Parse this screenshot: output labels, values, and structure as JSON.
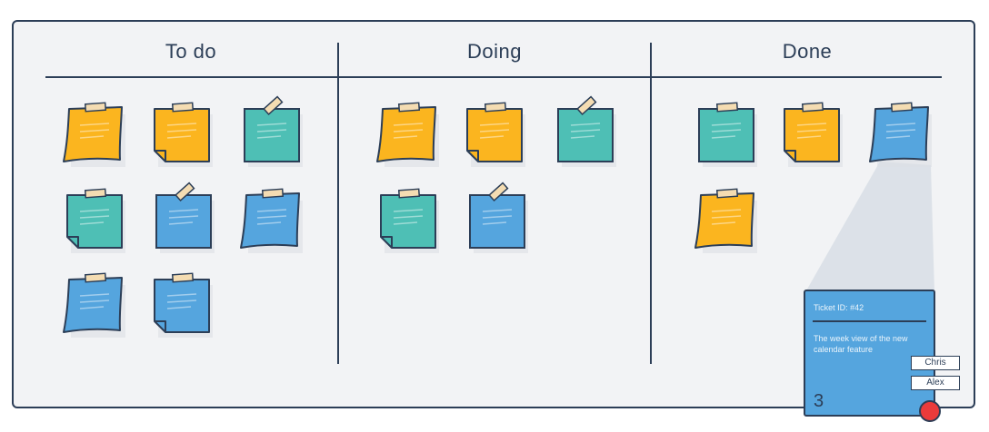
{
  "board": {
    "columns": [
      {
        "title": "To do",
        "notes": [
          {
            "color": "yellow",
            "style": "curled",
            "tape": "flat"
          },
          {
            "color": "yellow",
            "style": "folded",
            "tape": "flat"
          },
          {
            "color": "teal",
            "style": "flat",
            "tape": "angled"
          },
          {
            "color": "teal",
            "style": "folded",
            "tape": "flat"
          },
          {
            "color": "blue",
            "style": "flat",
            "tape": "angled"
          },
          {
            "color": "blue",
            "style": "curled",
            "tape": "flat"
          },
          {
            "color": "blue",
            "style": "curled",
            "tape": "flat"
          },
          {
            "color": "blue",
            "style": "folded",
            "tape": "flat"
          }
        ]
      },
      {
        "title": "Doing",
        "notes": [
          {
            "color": "yellow",
            "style": "curled",
            "tape": "flat"
          },
          {
            "color": "yellow",
            "style": "folded",
            "tape": "flat"
          },
          {
            "color": "teal",
            "style": "flat",
            "tape": "angled"
          },
          {
            "color": "teal",
            "style": "folded",
            "tape": "flat"
          },
          {
            "color": "blue",
            "style": "flat",
            "tape": "angled"
          }
        ]
      },
      {
        "title": "Done",
        "notes": [
          {
            "color": "teal",
            "style": "flat",
            "tape": "flat"
          },
          {
            "color": "yellow",
            "style": "folded",
            "tape": "flat"
          },
          {
            "color": "blue",
            "style": "curled",
            "tape": "flat"
          },
          {
            "color": "yellow",
            "style": "curled",
            "tape": "flat"
          }
        ]
      }
    ]
  },
  "ticket": {
    "id_label": "Ticket ID: #42",
    "description": "The week view of the new calendar feature",
    "assignees": [
      "Chris",
      "Alex"
    ],
    "points": "3"
  },
  "colors": {
    "yellow": "#fbb51f",
    "teal": "#4ebfb5",
    "blue": "#55a5de",
    "outline": "#2c3e57",
    "tape": "#f4dcb2",
    "board_bg": "#f2f3f5",
    "status_dot": "#ea3b3b"
  }
}
